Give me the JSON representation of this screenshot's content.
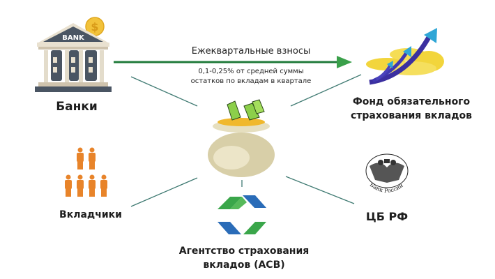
{
  "nodes": {
    "banks": {
      "label": "Банки",
      "icon": "bank-building-icon",
      "icon_text": "BANK"
    },
    "fund": {
      "label_line1": "Фонд обязательного",
      "label_line2": "страхования вкладов",
      "icon": "coins-growth-arrows-icon"
    },
    "depositors": {
      "label": "Вкладчики",
      "icon": "people-group-icon"
    },
    "asv": {
      "label_line1": "Агентство страхования",
      "label_line2": "вкладов (АСВ)",
      "icon": "asv-logo-icon"
    },
    "cbr": {
      "label": "ЦБ РФ",
      "icon": "double-headed-eagle-icon",
      "icon_text": "Банк России"
    },
    "center": {
      "icon": "money-bag-icon"
    }
  },
  "flow": {
    "title": "Ежеквартальные взносы",
    "detail_line1": "0,1-0,25% от средней суммы",
    "detail_line2": "остатков по вкладам в квартале"
  },
  "colors": {
    "arrow": "#1f7a3a",
    "arrow_head": "#3aa04a",
    "connector": "#3f7a72",
    "people": "#e8842a",
    "bank_dark": "#4a5563",
    "bank_stone": "#cfc3ad",
    "coin": "#f2d53c",
    "asv_green": "#3aa64a",
    "asv_blue": "#2a6cb8"
  }
}
